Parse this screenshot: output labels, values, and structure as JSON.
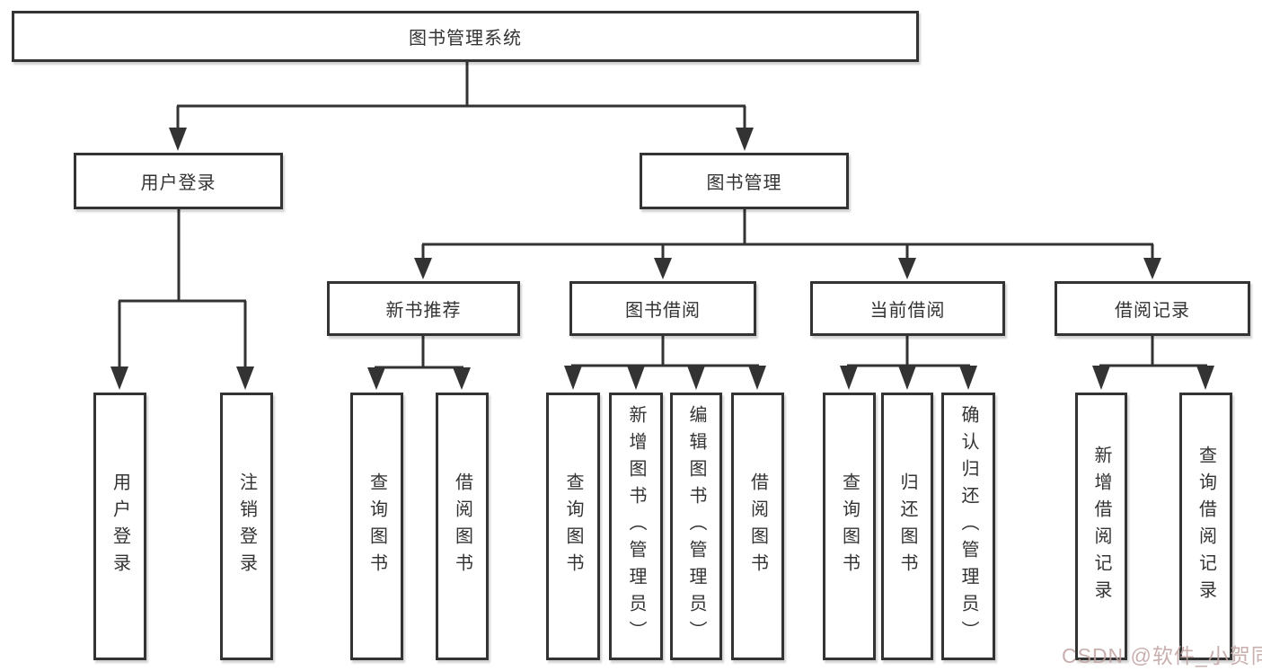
{
  "page": {
    "background": "#ffffff"
  },
  "colors": {
    "line": "#333333",
    "box_border": "#333333",
    "label_text": "#333333",
    "watermark": "#bfa2a0"
  },
  "tree": {
    "label": "图书管理系统",
    "children": [
      {
        "label": "用户登录",
        "children": [
          {
            "label": "用户登录"
          },
          {
            "label": "注销登录"
          }
        ]
      },
      {
        "label": "图书管理",
        "children": [
          {
            "label": "新书推荐",
            "children": [
              {
                "label": "查询图书"
              },
              {
                "label": "借阅图书"
              }
            ]
          },
          {
            "label": "图书借阅",
            "children": [
              {
                "label": "查询图书"
              },
              {
                "label": "新增图书（管理员）"
              },
              {
                "label": "编辑图书（管理员）"
              },
              {
                "label": "借阅图书"
              }
            ]
          },
          {
            "label": "当前借阅",
            "children": [
              {
                "label": "查询图书"
              },
              {
                "label": "归还图书"
              },
              {
                "label": "确认归还（管理员）"
              }
            ]
          },
          {
            "label": "借阅记录",
            "children": [
              {
                "label": "新增借阅记录"
              },
              {
                "label": "查询借阅记录"
              }
            ]
          }
        ]
      }
    ]
  },
  "watermark": {
    "text": "CSDN @软件_小贺同学"
  }
}
